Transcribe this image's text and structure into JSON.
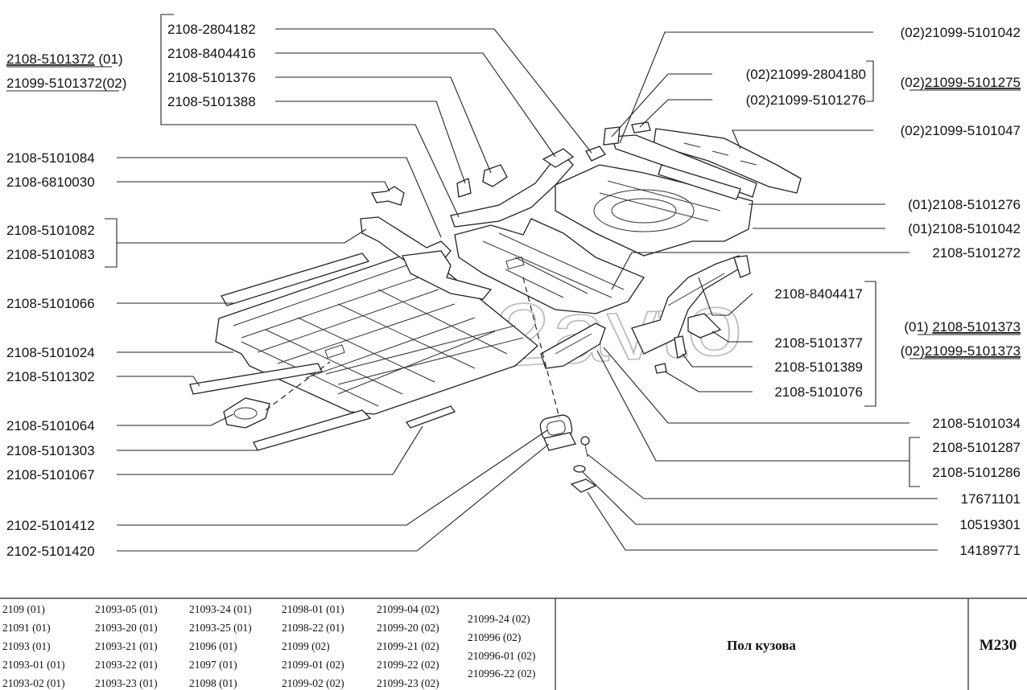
{
  "watermark": "drive2avto",
  "callouts_left": [
    {
      "id": "l1",
      "line1": "2108-5101372",
      "line1_suffix": " (01)",
      "line2": "21099-5101372",
      "line2_suffix": "(02)"
    },
    {
      "id": "l2",
      "text": "2108-2804182"
    },
    {
      "id": "l3",
      "text": "2108-8404416"
    },
    {
      "id": "l4",
      "text": "2108-5101376"
    },
    {
      "id": "l5",
      "text": "2108-5101388"
    },
    {
      "id": "l6",
      "text": "2108-5101084"
    },
    {
      "id": "l7",
      "text": "2108-6810030"
    },
    {
      "id": "l8",
      "text": "2108-5101082"
    },
    {
      "id": "l9",
      "text": "2108-5101083"
    },
    {
      "id": "l10",
      "text": "2108-5101066"
    },
    {
      "id": "l11",
      "text": "2108-5101024"
    },
    {
      "id": "l12",
      "text": "2108-5101302"
    },
    {
      "id": "l13",
      "text": "2108-5101064"
    },
    {
      "id": "l14",
      "text": "2108-5101303"
    },
    {
      "id": "l15",
      "text": "2108-5101067"
    },
    {
      "id": "l16",
      "text": "2102-5101412"
    },
    {
      "id": "l17",
      "text": "2102-5101420"
    }
  ],
  "callouts_right": [
    {
      "id": "r1",
      "prefix": "(02)",
      "code": "21099-5101042",
      "underline": false
    },
    {
      "id": "r2",
      "prefix": "(02)",
      "code": "21099-2804180",
      "underline": false
    },
    {
      "id": "r3",
      "prefix": "(02)",
      "code": "21099-5101275",
      "underline": true
    },
    {
      "id": "r4",
      "prefix": "(02)",
      "code": "21099-5101276",
      "underline": false
    },
    {
      "id": "r5",
      "prefix": "(02)",
      "code": "21099-5101047",
      "underline": false
    },
    {
      "id": "r6",
      "prefix": "(01)",
      "code": "2108-5101276",
      "underline": false
    },
    {
      "id": "r7",
      "prefix": "(01)",
      "code": "2108-5101042",
      "underline": false
    },
    {
      "id": "r8",
      "prefix": "",
      "code": "2108-5101272",
      "underline": false
    },
    {
      "id": "r9",
      "prefix": "",
      "code": "2108-8404417",
      "underline": false
    },
    {
      "id": "r10",
      "prefix": "(01) ",
      "code": "2108-5101373",
      "underline": true
    },
    {
      "id": "r11",
      "prefix": "(02)",
      "code": "21099-5101373",
      "underline": true
    },
    {
      "id": "r12",
      "prefix": "",
      "code": "2108-5101377",
      "underline": false
    },
    {
      "id": "r13",
      "prefix": "",
      "code": "2108-5101389",
      "underline": false
    },
    {
      "id": "r14",
      "prefix": "",
      "code": "2108-5101076",
      "underline": false
    },
    {
      "id": "r15",
      "prefix": "",
      "code": "2108-5101034",
      "underline": false
    },
    {
      "id": "r16",
      "prefix": "",
      "code": "2108-5101287",
      "underline": false
    },
    {
      "id": "r17",
      "prefix": "",
      "code": "2108-5101286",
      "underline": false
    },
    {
      "id": "r18",
      "prefix": "",
      "code": "17671101",
      "underline": false
    },
    {
      "id": "r19",
      "prefix": "",
      "code": "10519301",
      "underline": false
    },
    {
      "id": "r20",
      "prefix": "",
      "code": "14189771",
      "underline": false
    }
  ],
  "models": [
    [
      "2109 (01)",
      "21091 (01)",
      "21093 (01)",
      "21093-01 (01)",
      "21093-02 (01)"
    ],
    [
      "21093-05 (01)",
      "21093-20 (01)",
      "21093-21 (01)",
      "21093-22 (01)",
      "21093-23 (01)"
    ],
    [
      "21093-24 (01)",
      "21093-25 (01)",
      "21096 (01)",
      "21097 (01)",
      "21098 (01)"
    ],
    [
      "21098-01 (01)",
      "21098-22 (01)",
      "21099 (02)",
      "21099-01 (02)",
      "21099-02 (02)"
    ],
    [
      "21099-04 (02)",
      "21099-20 (02)",
      "21099-21 (02)",
      "21099-22 (02)",
      "21099-23 (02)"
    ],
    [
      "21099-24 (02)",
      "210996 (02)",
      "210996-01 (02)",
      "210996-22 (02)"
    ]
  ],
  "title": "Пол кузова",
  "code": "M230"
}
